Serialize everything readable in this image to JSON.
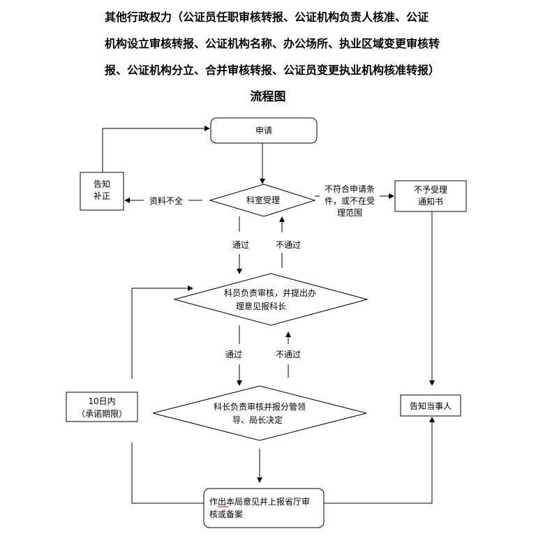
{
  "title": {
    "line1": "其他行政权力（公证员任职审核转报、公证机构负责人核准、公证",
    "line2": "机构设立审核转报、公证机构名称、办公场所、执业区域变更审核转",
    "line3": "报、公证机构分立、合并审核转报、公证员变更执业机构核准转报）",
    "subtitle": "流程图"
  },
  "nodes": {
    "apply": "申请",
    "notify_correct_1": "告知",
    "notify_correct_2": "补正",
    "office_accept": "科室受理",
    "reject_notice_1": "不予受理",
    "reject_notice_2": "通知书",
    "officer_review_1": "科员负责审核，并提出办",
    "officer_review_2": "理意见报科长",
    "ten_days_1": "10日内",
    "ten_days_2": "（承诺期限）",
    "chief_review_1": "科长负责审核并报分管领",
    "chief_review_2": "导、局长决定",
    "inform_party": "告知当事人",
    "final_1": "作出本局意见并上报省厅审",
    "final_2": "核或备案"
  },
  "labels": {
    "incomplete": "资料不全",
    "not_conform_1": "不符合申请条",
    "not_conform_2": "件，或不在受",
    "not_conform_3": "理范围",
    "pass_1": "通过",
    "fail_1": "不通过",
    "pass_2": "通过",
    "fail_2": "不通过"
  }
}
